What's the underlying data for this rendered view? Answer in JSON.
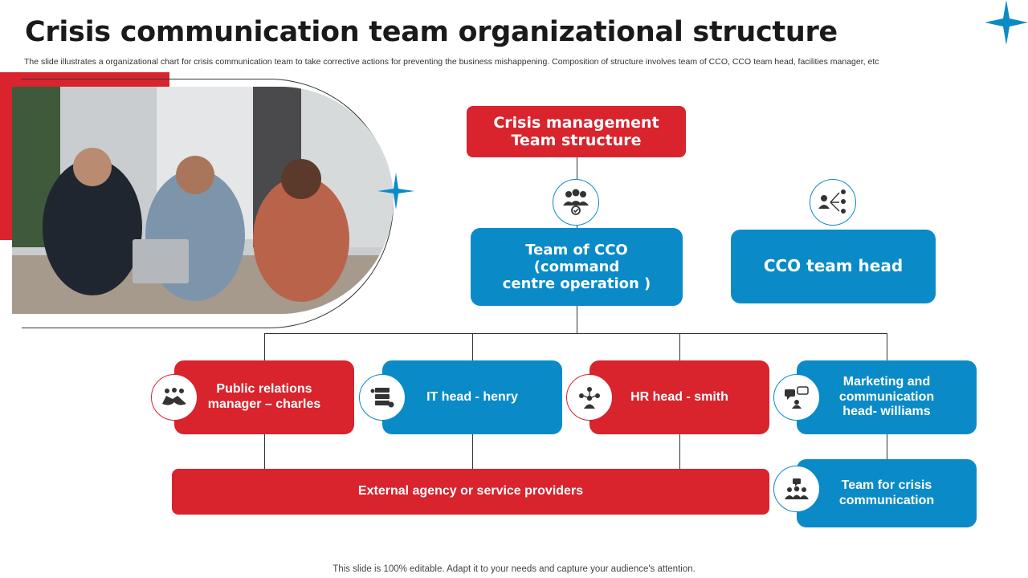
{
  "header": {
    "title": "Crisis communication team organizational structure",
    "subtitle": "The slide illustrates a organizational chart for crisis communication team to take corrective actions for preventing the business mishappening. Composition of structure involves team of CCO, CCO team head, facilities manager, etc"
  },
  "diagram": {
    "root": "Crisis management\nTeam structure",
    "team_cco": "Team of CCO\n(command\ncentre operation )",
    "cco_head": "CCO team head",
    "roles": [
      {
        "label": "Public relations\nmanager – charles",
        "icon": "handshake-icon"
      },
      {
        "label": "IT head - henry",
        "icon": "server-icon"
      },
      {
        "label": "HR head - smith",
        "icon": "people-network-icon"
      },
      {
        "label": "Marketing and\ncommunication\nhead- williams",
        "icon": "speech-bubbles-icon"
      }
    ],
    "external": "External agency or service providers",
    "crisis_team": "Team for crisis\ncommunication"
  },
  "footer": {
    "note": "This slide is 100% editable. Adapt it to your needs and capture your audience's attention."
  },
  "colors": {
    "red": "#d9232d",
    "blue": "#0a8bc8",
    "text": "#1a1a1a"
  },
  "icons": [
    "team-icon",
    "org-chart-icon",
    "handshake-icon",
    "server-icon",
    "people-network-icon",
    "speech-bubbles-icon",
    "group-meeting-icon",
    "sparkle-star-icon"
  ]
}
